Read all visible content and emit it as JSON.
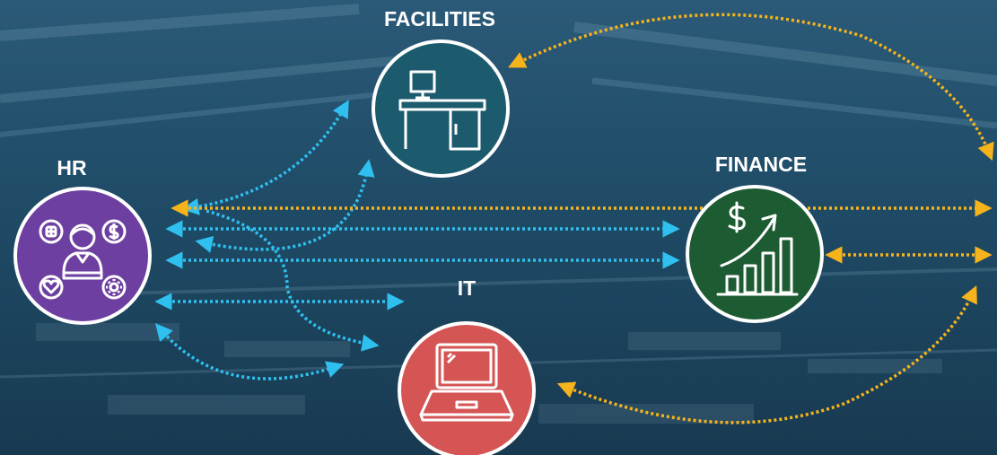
{
  "nodes": {
    "facilities": {
      "label": "FACILITIES",
      "color": "#1c5b6e",
      "icon": "desk-computer-icon"
    },
    "hr": {
      "label": "HR",
      "color": "#6d3fa0",
      "icon": "employee-services-icon"
    },
    "finance": {
      "label": "FINANCE",
      "color": "#1d5b32",
      "icon": "growth-chart-icon"
    },
    "it": {
      "label": "IT",
      "color": "#d55555",
      "icon": "laptop-icon"
    }
  },
  "colors": {
    "internal_link": "#2fc0f0",
    "external_link": "#f6b41c",
    "background": "#22506c"
  }
}
